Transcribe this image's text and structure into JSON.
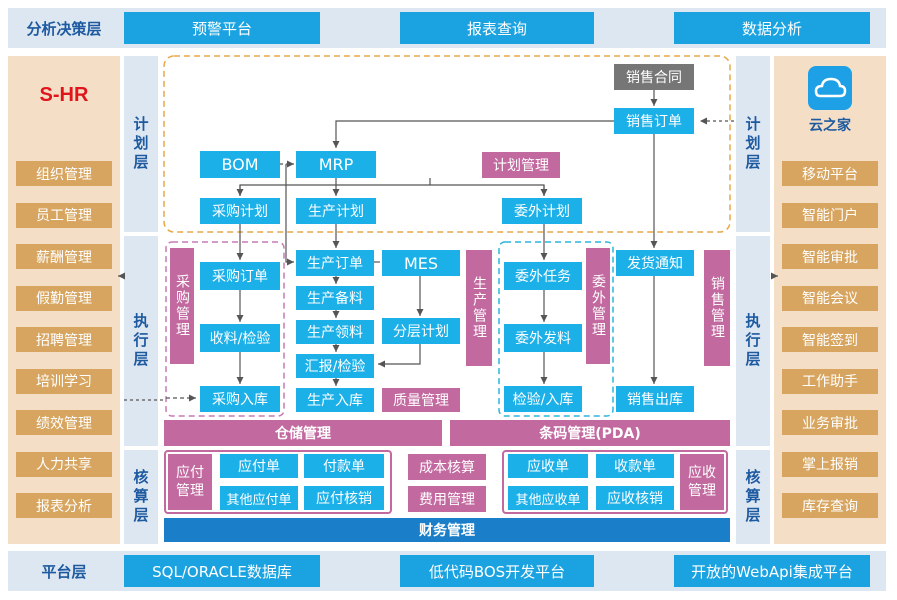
{
  "top": {
    "label": "分析决策层",
    "buttons": [
      "预警平台",
      "报表查询",
      "数据分析"
    ]
  },
  "bottom": {
    "label": "平台层",
    "buttons": [
      "SQL/ORACLE数据库",
      "低代码BOS开发平台",
      "开放的WebApi集成平台"
    ]
  },
  "left_panel": {
    "title": "S-HR",
    "items": [
      "组织管理",
      "员工管理",
      "薪酬管理",
      "假勤管理",
      "招聘管理",
      "培训学习",
      "绩效管理",
      "人力共享",
      "报表分析"
    ]
  },
  "right_panel": {
    "logo_text": "云之家",
    "items": [
      "移动平台",
      "智能门户",
      "智能审批",
      "智能会议",
      "智能签到",
      "工作助手",
      "业务审批",
      "掌上报销",
      "库存查询"
    ]
  },
  "layers": {
    "plan": "计划层",
    "exec": "执行层",
    "account": "核算层"
  },
  "plan": {
    "sales_contract": "销售合同",
    "sales_order": "销售订单",
    "bom": "BOM",
    "mrp": "MRP",
    "plan_mgmt": "计划管理",
    "purchase_plan": "采购计划",
    "production_plan": "生产计划",
    "outsource_plan": "委外计划"
  },
  "exec": {
    "purchase_order": "采购订单",
    "receive_check": "收料/检验",
    "purchase_in": "采购入库",
    "purchase_mgmt": "采购管理",
    "production_order": "生产订单",
    "mes": "MES",
    "production_prep": "生产备料",
    "production_pick": "生产领料",
    "split_plan": "分层计划",
    "report_check": "汇报/检验",
    "production_in": "生产入库",
    "quality_mgmt": "质量管理",
    "production_mgmt": "生产管理",
    "outsource_task": "委外任务",
    "outsource_issue": "委外发料",
    "check_in": "检验/入库",
    "outsource_mgmt": "委外管理",
    "ship_notice": "发货通知",
    "sales_out": "销售出库",
    "sales_mgmt": "销售管理",
    "warehouse_mgmt": "仓储管理",
    "barcode_mgmt": "条码管理(PDA)"
  },
  "account": {
    "payable_mgmt": "应付管理",
    "payable": "应付单",
    "payment": "付款单",
    "other_payable": "其他应付单",
    "payable_writeoff": "应付核销",
    "cost_accounting": "成本核算",
    "expense_mgmt": "费用管理",
    "receivable": "应收单",
    "receipt": "收款单",
    "other_receivable": "其他应收单",
    "receivable_writeoff": "应收核销",
    "receivable_mgmt": "应收管理",
    "finance_mgmt": "财务管理"
  }
}
